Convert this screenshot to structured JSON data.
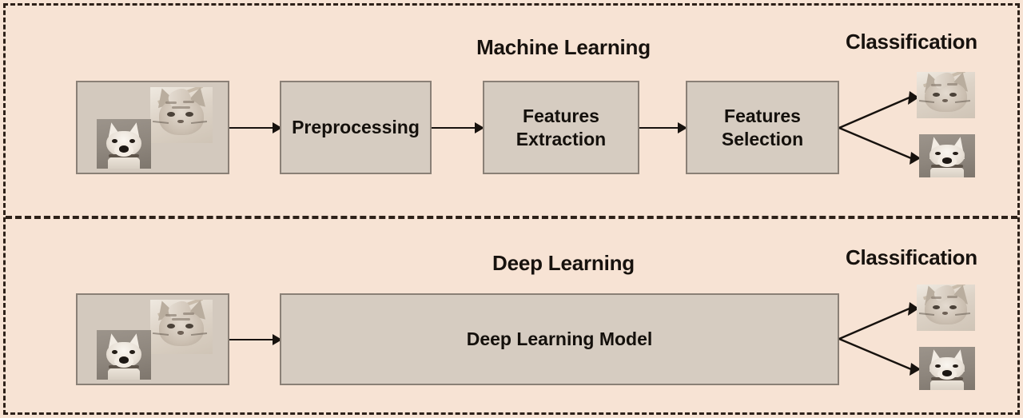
{
  "figure": {
    "background_color": "#f7e3d4",
    "box_fill_color": "#d6ccc1",
    "box_border_color": "#8a8076",
    "frame_color": "#2d2119",
    "text_color": "#17120e"
  },
  "panels": [
    {
      "id": "machine-learning",
      "title": "Machine Learning",
      "classification_title": "Classification",
      "input": {
        "label": "input-images",
        "photos": [
          "cat-photo",
          "dog-photo"
        ]
      },
      "stages": [
        {
          "label": "Preprocessing",
          "lines": [
            "Preprocessing"
          ]
        },
        {
          "label": "Features Extraction",
          "lines": [
            "Features",
            "Extraction"
          ]
        },
        {
          "label": "Features Selection",
          "lines": [
            "Features",
            "Selection"
          ]
        }
      ],
      "outputs": [
        "cat-photo",
        "dog-photo"
      ]
    },
    {
      "id": "deep-learning",
      "title": "Deep Learning",
      "classification_title": "Classification",
      "input": {
        "label": "input-images",
        "photos": [
          "cat-photo",
          "dog-photo"
        ]
      },
      "stages": [
        {
          "label": "Deep Learning Model",
          "lines": [
            "Deep Learning Model"
          ]
        }
      ],
      "outputs": [
        "cat-photo",
        "dog-photo"
      ]
    }
  ]
}
